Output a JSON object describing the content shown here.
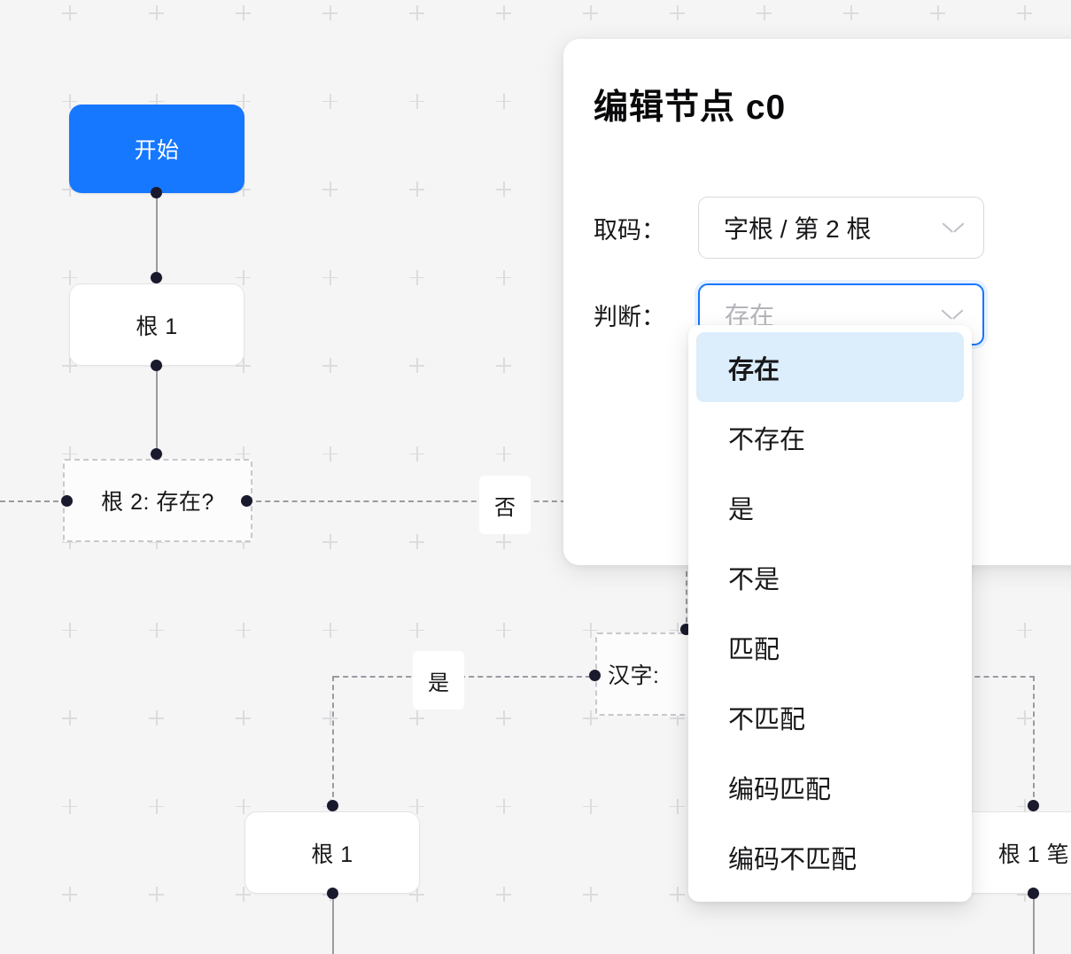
{
  "app": {
    "canvas_name": "flowchart-canvas"
  },
  "flow": {
    "nodes": [
      {
        "id": "start",
        "label": "开始",
        "type": "start"
      },
      {
        "id": "gen1",
        "label": "根 1",
        "type": "plain"
      },
      {
        "id": "cond1",
        "label": "根 2: 存在?",
        "type": "dashed"
      },
      {
        "id": "hanzi",
        "label": "汉字:",
        "type": "dashed"
      },
      {
        "id": "gen2",
        "label": "根 1",
        "type": "plain"
      },
      {
        "id": "gen3",
        "label": "根 1 笔",
        "type": "plain"
      }
    ],
    "edge_labels": [
      {
        "id": "no",
        "label": "否"
      },
      {
        "id": "yes",
        "label": "是"
      }
    ]
  },
  "modal": {
    "title": "编辑节点 c0",
    "fields": [
      {
        "id": "quma",
        "label": "取码：",
        "value": "字根 / 第 2 根",
        "placeholder": "",
        "focused": false
      },
      {
        "id": "panduan",
        "label": "判断：",
        "value": "",
        "placeholder": "存在",
        "focused": true
      }
    ]
  },
  "dropdown": {
    "open_for": "panduan",
    "selected": "存在",
    "options": [
      "存在",
      "不存在",
      "是",
      "不是",
      "匹配",
      "不匹配",
      "编码匹配",
      "编码不匹配"
    ]
  },
  "colors": {
    "accent": "#1677ff",
    "canvas_bg": "#f5f5f5",
    "grid": "#dcdcdf",
    "node_border": "#e4e4e7",
    "handle": "#1a1a2e",
    "edge": "#9a9aa3",
    "option_selected_bg": "#dcedfb",
    "panel_bg": "#ffffff",
    "placeholder": "#b4b4ba"
  }
}
